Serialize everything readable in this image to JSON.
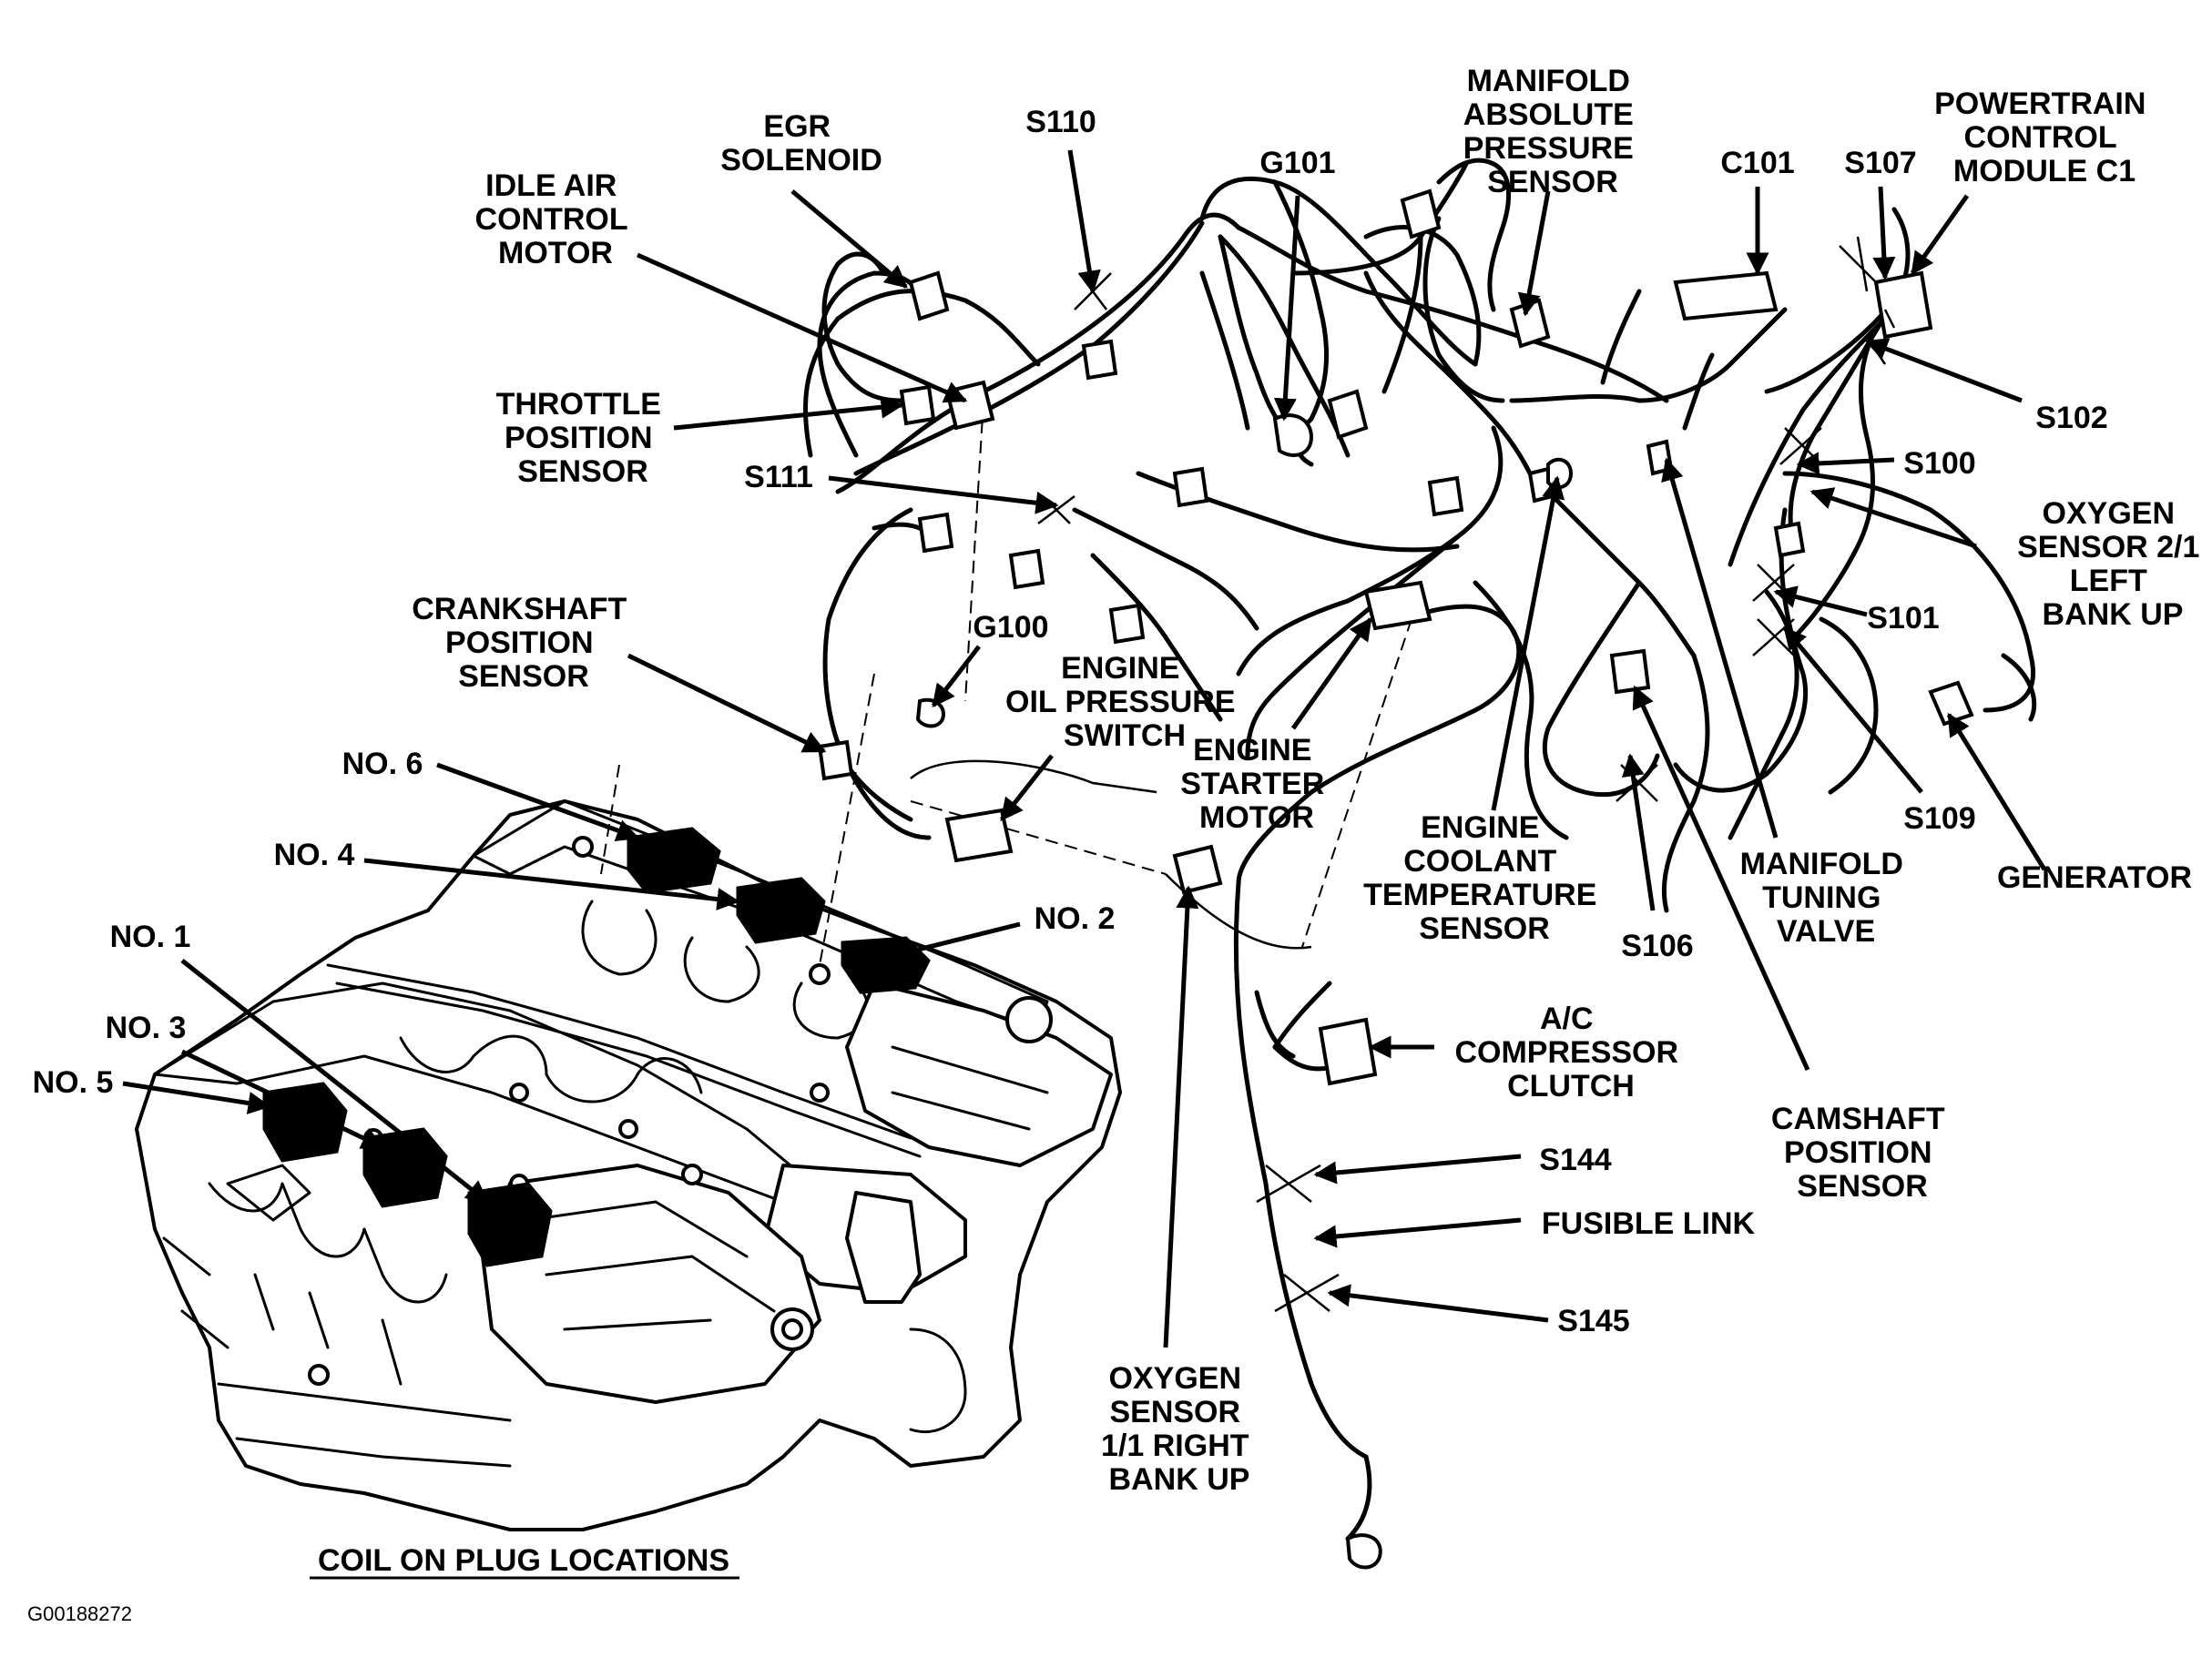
{
  "labels": {
    "egr_solenoid": [
      "EGR",
      "SOLENOID"
    ],
    "idle_air_control_motor": [
      "IDLE AIR",
      "CONTROL",
      "MOTOR"
    ],
    "s110": "S110",
    "g101": "G101",
    "manifold_absolute_pressure_sensor": [
      "MANIFOLD",
      "ABSOLUTE",
      "PRESSURE",
      "SENSOR"
    ],
    "c101": "C101",
    "s107": "S107",
    "powertrain_control_module_c1": [
      "POWERTRAIN",
      "CONTROL",
      "MODULE C1"
    ],
    "throttle_position_sensor": [
      "THROTTLE",
      "POSITION",
      "SENSOR"
    ],
    "s102": "S102",
    "s100": "S100",
    "s111": "S111",
    "oxygen_sensor_2_1_left_bank_up": [
      "OXYGEN",
      "SENSOR 2/1",
      "LEFT",
      "BANK UP"
    ],
    "crankshaft_position_sensor": [
      "CRANKSHAFT",
      "POSITION",
      "SENSOR"
    ],
    "g100": "G100",
    "engine_oil_pressure_switch": [
      "ENGINE",
      "OIL PRESSURE",
      "SWITCH"
    ],
    "s101": "S101",
    "engine_starter_motor": [
      "ENGINE",
      "STARTER",
      "MOTOR"
    ],
    "engine_coolant_temperature_sensor": [
      "ENGINE",
      "COOLANT",
      "TEMPERATURE",
      "SENSOR"
    ],
    "s109": "S109",
    "no6": "NO. 6",
    "no4": "NO. 4",
    "generator": "GENERATOR",
    "manifold_tuning_valve": [
      "MANIFOLD",
      "TUNING",
      "VALVE"
    ],
    "no2": "NO. 2",
    "no1": "NO. 1",
    "s106": "S106",
    "no3": "NO. 3",
    "ac_compressor_clutch": [
      "A/C",
      "COMPRESSOR",
      "CLUTCH"
    ],
    "no5": "NO. 5",
    "camshaft_position_sensor": [
      "CAMSHAFT",
      "POSITION",
      "SENSOR"
    ],
    "s144": "S144",
    "fusible_link": "FUSIBLE LINK",
    "s145": "S145",
    "oxygen_sensor_1_1_right_bank_up": [
      "OXYGEN",
      "SENSOR",
      "1/1 RIGHT",
      "BANK UP"
    ],
    "coil_on_plug_locations": "COIL ON PLUG LOCATIONS",
    "figure_id": "G00188272"
  }
}
